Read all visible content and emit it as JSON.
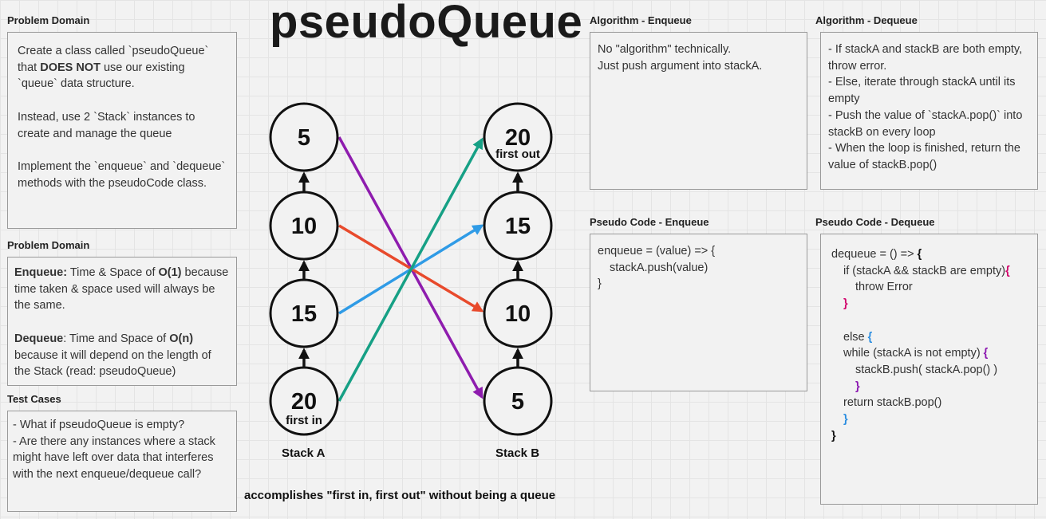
{
  "title": "pseudoQueue",
  "problem_domain_1": {
    "heading": "Problem Domain",
    "para1_a": "Create a class called `pseudoQueue` that ",
    "para1_bold": "DOES NOT",
    "para1_b": " use our existing `queue` data structure.",
    "para2": "Instead, use 2 `Stack` instances to create and manage the queue",
    "para3": "Implement the `enqueue` and `dequeue` methods with the pseudoCode class."
  },
  "problem_domain_2": {
    "heading": "Problem Domain",
    "enq_bold": "Enqueue:",
    "enq_a": " Time & Space of ",
    "enq_big_o": "O(1)",
    "enq_b": " because time taken & space used will always be the same.",
    "deq_bold": "Dequeue",
    "deq_a": ": Time and Space of ",
    "deq_big_o": "O(n)",
    "deq_b": " because it will depend on the length of the Stack (read: pseudoQueue)"
  },
  "test_cases": {
    "heading": "Test Cases",
    "line1": "- What if pseudoQueue is empty?",
    "line2": "- Are there any instances where a stack might have left over data that interferes with the next enqueue/dequeue call?"
  },
  "algorithm_enqueue": {
    "heading": "Algorithm - Enqueue",
    "line1": "No \"algorithm\" technically.",
    "line2": "Just push argument into stackA."
  },
  "algorithm_dequeue": {
    "heading": "Algorithm - Dequeue",
    "line1": "- If stackA and stackB are both empty, throw error.",
    "line2": "- Else, iterate through stackA until its empty",
    "line3": "- Push the value of `stackA.pop()` into stackB on every loop",
    "line4": "- When the loop is finished, return the value of stackB.pop()"
  },
  "pseudo_enqueue": {
    "heading": "Pseudo Code - Enqueue",
    "line1": "enqueue = (value) => {",
    "line2": "stackA.push(value)",
    "line3": "}"
  },
  "pseudo_dequeue": {
    "heading": "Pseudo Code - Dequeue",
    "l1a": "dequeue = () => ",
    "l1b": "{",
    "l2a": "if (stackA && stackB are empty)",
    "l2b": "{",
    "l3": "throw Error",
    "l4": "}",
    "l5a": "else ",
    "l5b": "{",
    "l6a": "while (stackA is not empty) ",
    "l6b": "{",
    "l7": "stackB.push( stackA.pop() )",
    "l8": "}",
    "l9": "return stackB.pop()",
    "l10": "}",
    "l11": "}"
  },
  "diagram": {
    "stack_a_label": "Stack A",
    "stack_b_label": "Stack B",
    "stack_a_nodes": [
      "5",
      "10",
      "15",
      "20"
    ],
    "stack_b_nodes": [
      "20",
      "15",
      "10",
      "5"
    ],
    "first_in_label": "first in",
    "first_out_label": "first out",
    "footer": "accomplishes \"first in, first out\" without being a queue",
    "colors": {
      "purple": "#8e1cae",
      "red": "#e84a2c",
      "blue": "#2f9be6",
      "green": "#16a085"
    }
  }
}
